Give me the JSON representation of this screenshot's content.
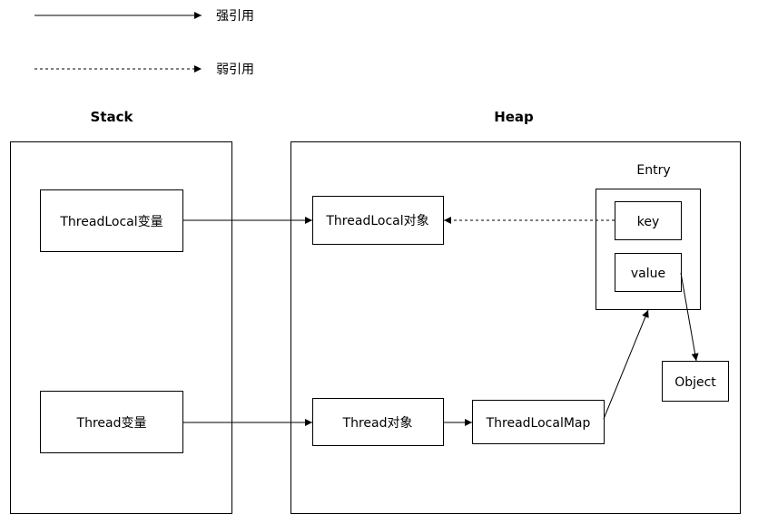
{
  "legend": {
    "strong_label": "强引用",
    "weak_label": "弱引用"
  },
  "regions": {
    "stack_title": "Stack",
    "heap_title": "Heap"
  },
  "nodes": {
    "threadlocal_var": "ThreadLocal变量",
    "thread_var": "Thread变量",
    "threadlocal_obj": "ThreadLocal对象",
    "thread_obj": "Thread对象",
    "threadlocalmap": "ThreadLocalMap",
    "entry": "Entry",
    "key": "key",
    "value": "value",
    "object": "Object"
  },
  "colors": {
    "line": "#000000",
    "background": "#ffffff"
  }
}
